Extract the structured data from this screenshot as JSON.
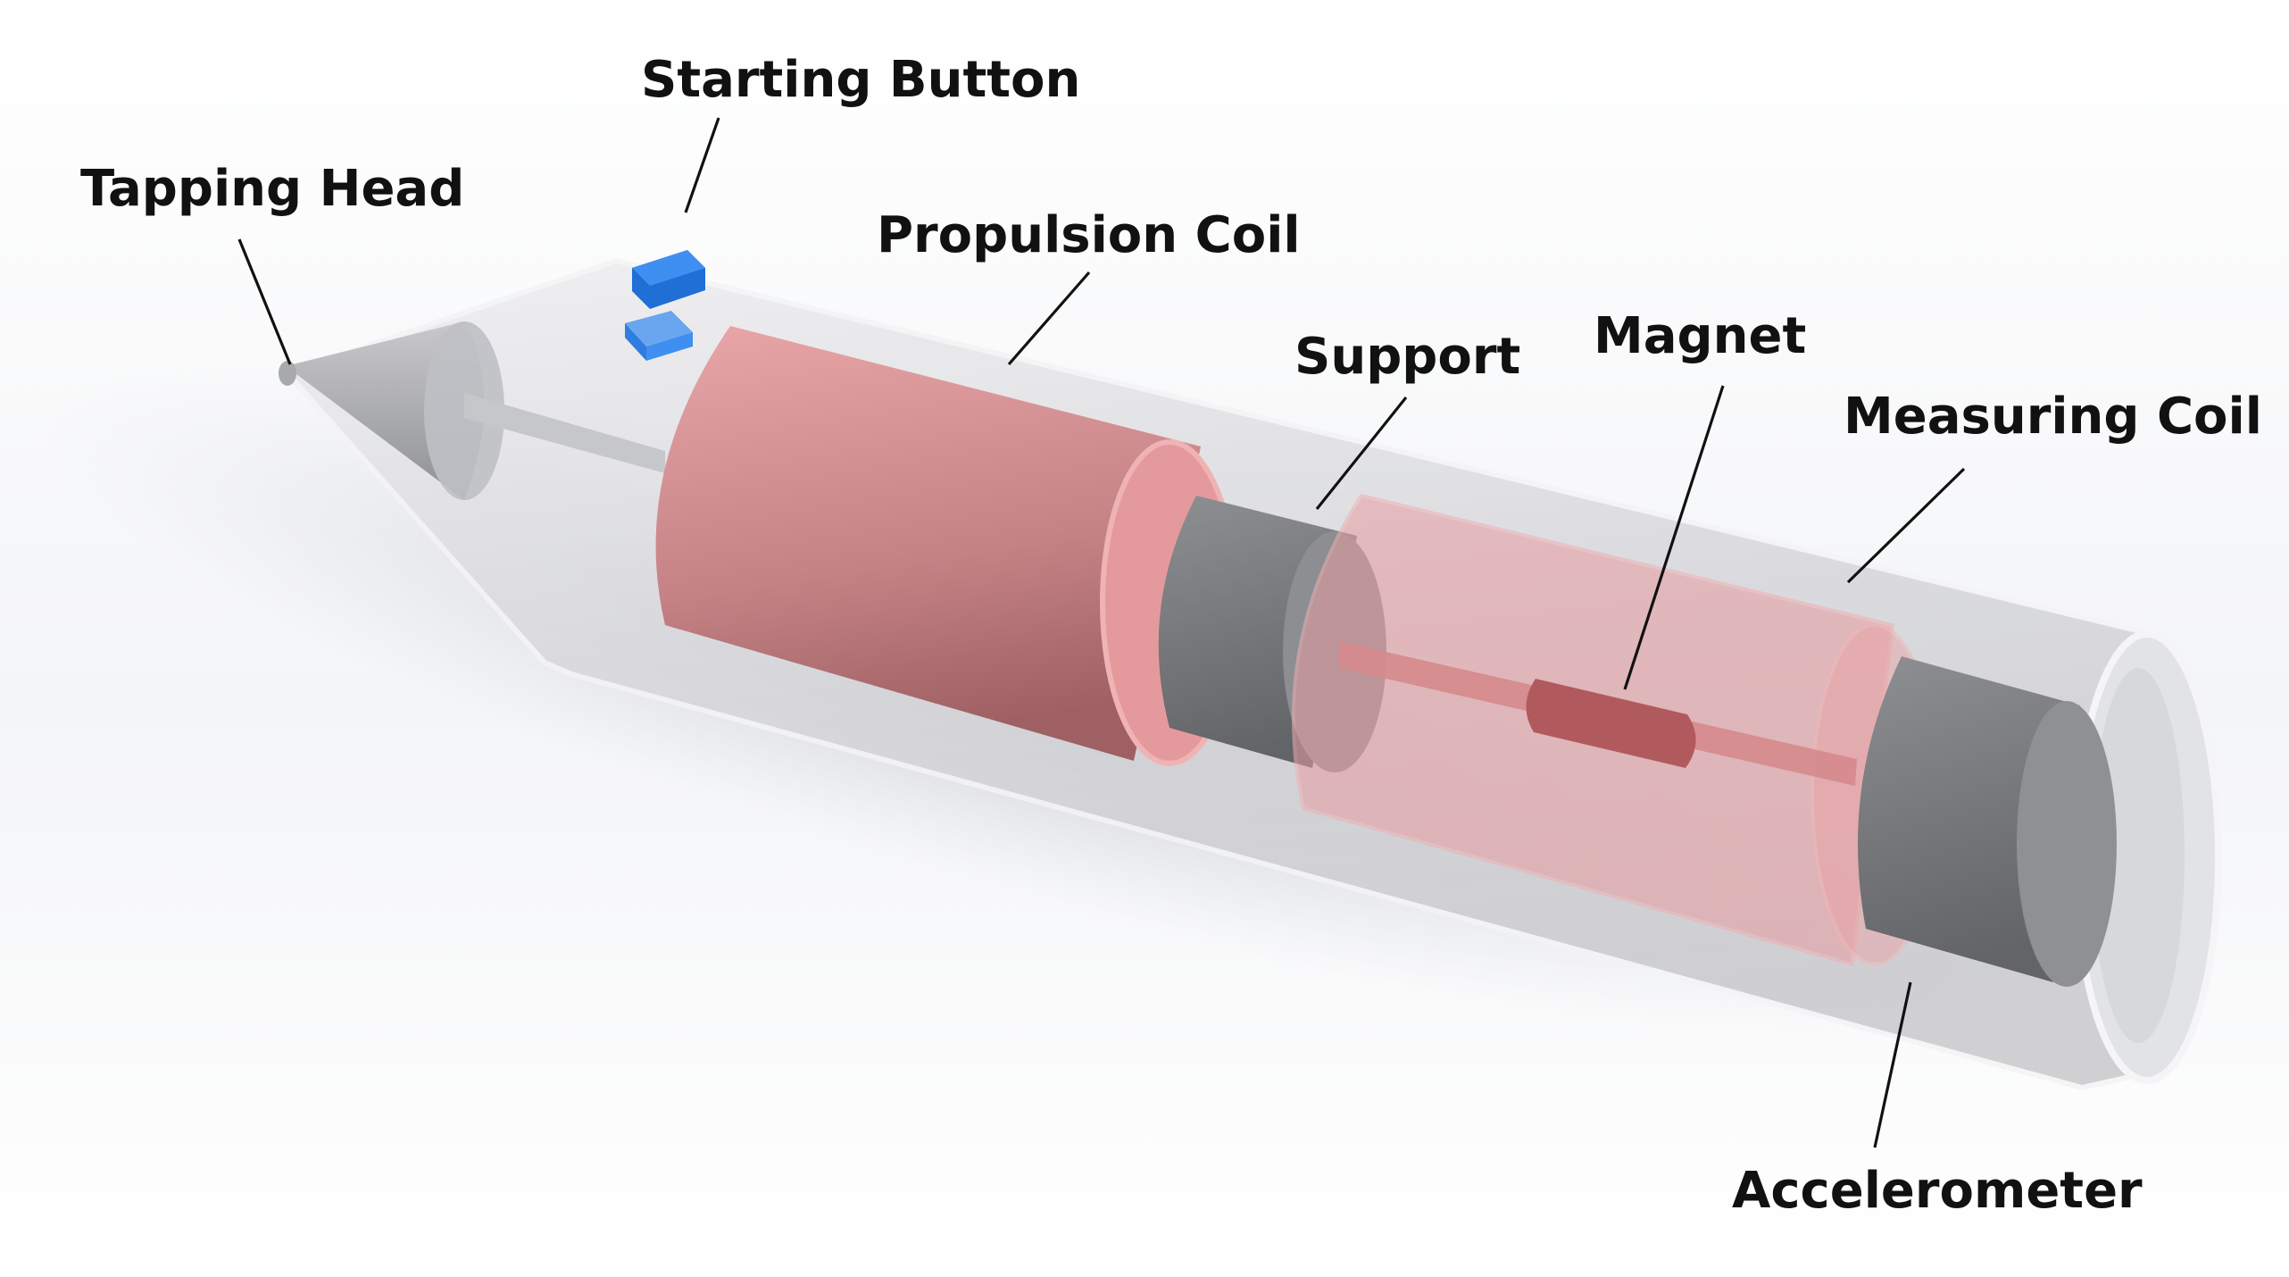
{
  "labels": {
    "tapping_head": "Tapping Head",
    "starting_button": "Starting Button",
    "propulsion_coil": "Propulsion Coil",
    "support": "Support",
    "magnet": "Magnet",
    "measuring_coil": "Measuring Coil",
    "accelerometer": "Accelerometer"
  },
  "colors": {
    "background_top": "#ffffff",
    "background_shade": "#d4d6da",
    "housing_fill": "#d9d9dc",
    "housing_edge": "#f3f3f5",
    "coil_pink": "#e89a9c",
    "coil_dark": "#a85d60",
    "support_gray": "#7c7e80",
    "magnet": "#b85a5e",
    "button_blue": "#1f6fd6",
    "label_text": "#111111"
  }
}
